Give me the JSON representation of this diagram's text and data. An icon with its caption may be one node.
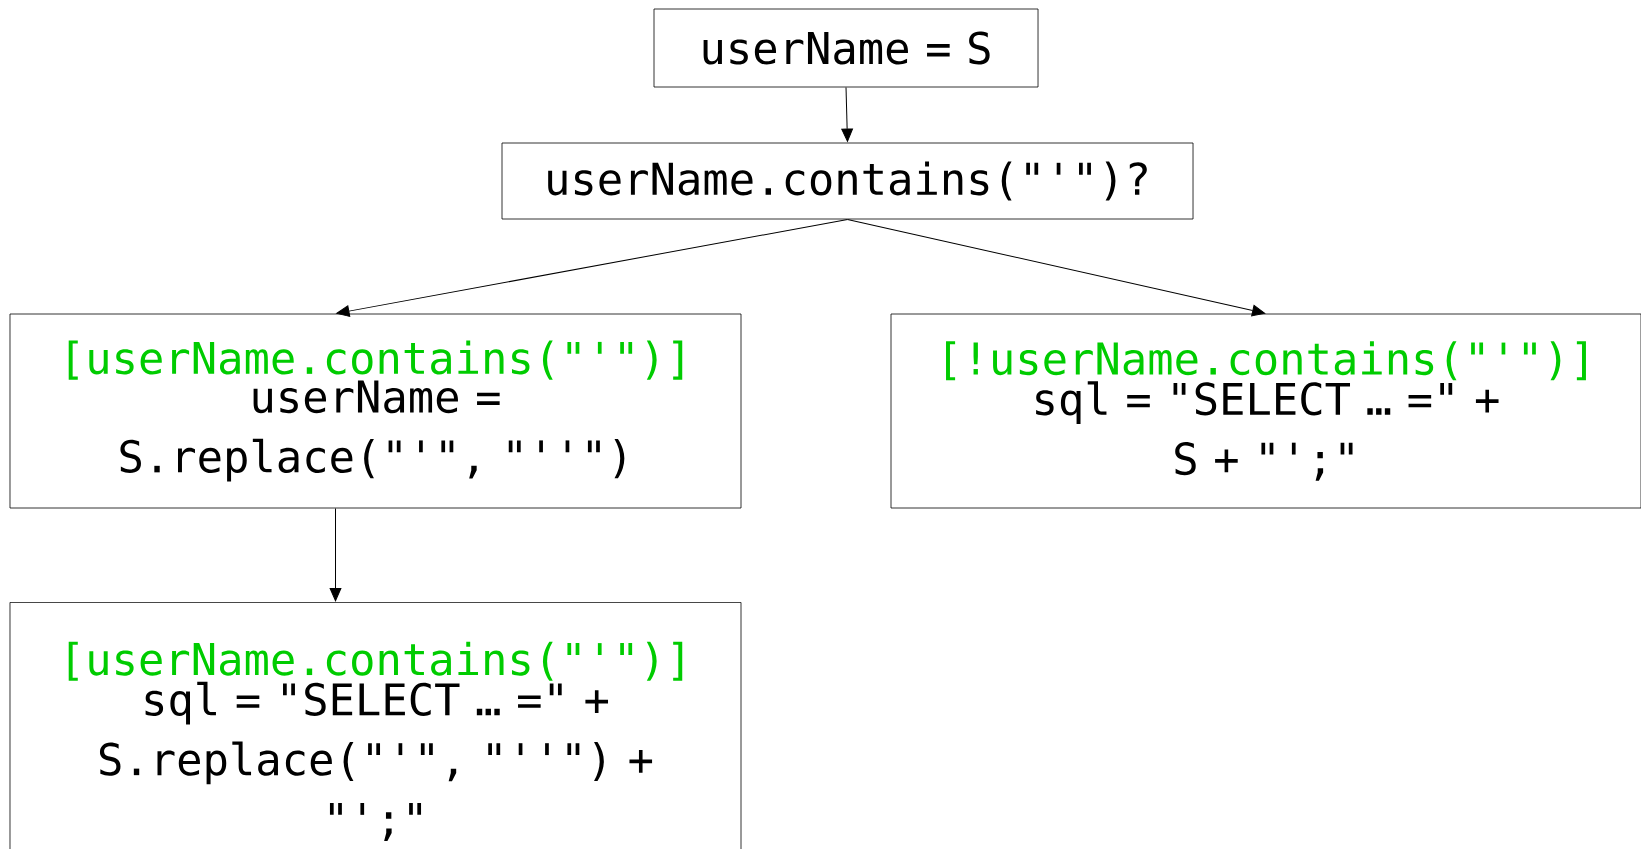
{
  "diagram": {
    "nodes": [
      {
        "text": [
          "userName = S"
        ]
      },
      {
        "text": [
          "userName.contains(\"'\")?"
        ]
      },
      {
        "text": [
          "[userName.contains(\"'\")]",
          "userName = S.replace(\"'\", \"''\")"
        ]
      },
      {
        "text": [
          "[!userName.contains(\"'\")]",
          "sql = \"SELECT … =\" + S + \"';\""
        ]
      },
      {
        "text": [
          "[userName.contains(\"'\")]",
          "sql = \"SELECT … =\" + S.replace(\"'\", \"''\") + \"';\""
        ]
      }
    ],
    "edges": [
      {
        "from": 0,
        "to": 1,
        "arrow": "to"
      },
      {
        "from": 1,
        "to": 2,
        "arrow": "to"
      },
      {
        "from": 1,
        "to": 3,
        "arrow": "to"
      },
      {
        "from": 2,
        "to": 4,
        "arrow": "to"
      }
    ]
  }
}
